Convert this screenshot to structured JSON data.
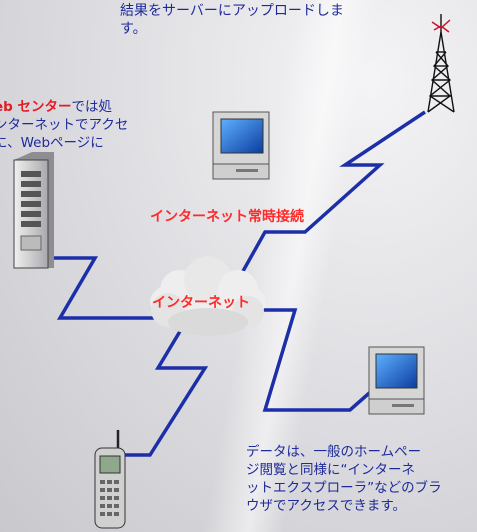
{
  "top_text": "結果をサーバーにアップロードしま\nす。",
  "left_text": {
    "highlight": "eb  センター",
    "rest": "では処\nンターネットでアクセ\nに、Webページに"
  },
  "label_constant": "インターネット常時接続",
  "label_internet": "インターネット",
  "bottom_text": "データは、一般のホームペー\nジ閲覧と同様に“インターネ\nットエクスプローラ”などのブラ\nウザでアクセスできます。",
  "colors": {
    "text": "#1f2a9a",
    "highlight": "#e31b23",
    "link": "#1d2fa8",
    "red_label": "#ff2a2a"
  }
}
